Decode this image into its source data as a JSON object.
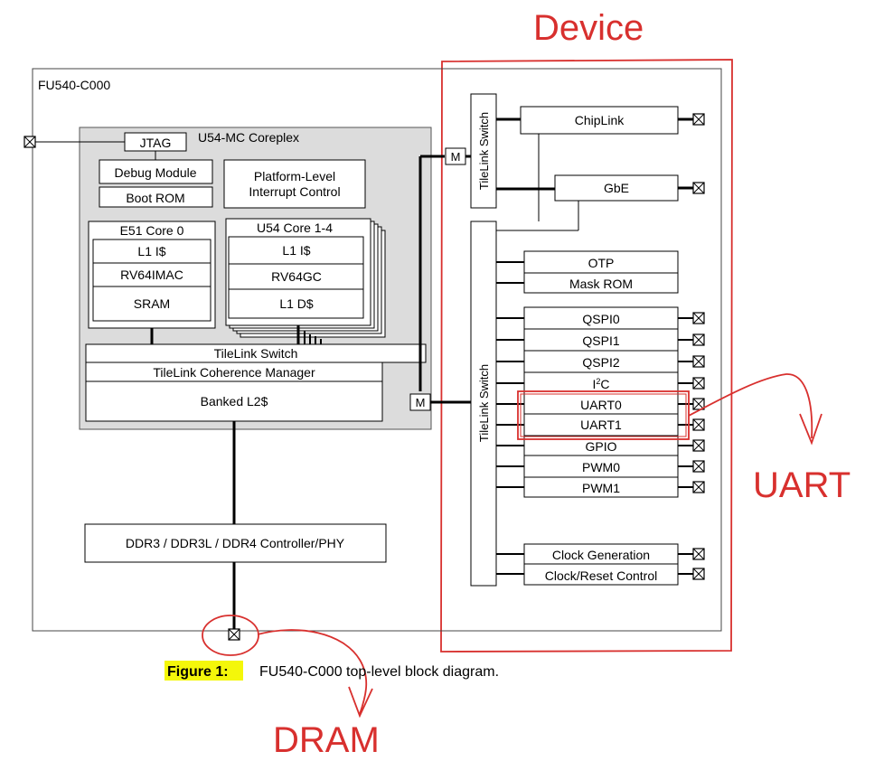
{
  "annotations": {
    "device": "Device",
    "uart": "UART",
    "dram": "DRAM"
  },
  "chip": {
    "name": "FU540-C000"
  },
  "coreplex": {
    "title": "U54-MC Coreplex",
    "jtag": "JTAG",
    "debug_module": "Debug Module",
    "boot_rom": "Boot ROM",
    "plic_line1": "Platform-Level",
    "plic_line2": "Interrupt Control",
    "e51": {
      "title": "E51 Core 0",
      "rows": [
        "L1 I$",
        "RV64IMAC",
        "SRAM"
      ]
    },
    "u54": {
      "title": "U54 Core 1-4",
      "rows": [
        "L1 I$",
        "RV64GC",
        "L1 D$"
      ]
    },
    "tilelink_switch": "TileLink Switch",
    "coherence_manager": "TileLink Coherence Manager",
    "banked_l2": "Banked L2$"
  },
  "ddr": "DDR3 / DDR3L / DDR4 Controller/PHY",
  "master_labels": [
    "M",
    "M"
  ],
  "switches": {
    "upper": "TileLink Switch",
    "lower": "TileLink Switch"
  },
  "peripherals": {
    "chiplink": "ChipLink",
    "gbe": "GbE",
    "otp": "OTP",
    "mask_rom": "Mask ROM",
    "qspi0": "QSPI0",
    "qspi1": "QSPI1",
    "qspi2": "QSPI2",
    "i2c_main": "I",
    "i2c_sup": "2",
    "i2c_end": "C",
    "uart0": "UART0",
    "uart1": "UART1",
    "gpio": "GPIO",
    "pwm0": "PWM0",
    "pwm1": "PWM1",
    "clock_generation": "Clock Generation",
    "clock_reset": "Clock/Reset Control"
  },
  "caption": {
    "label": "Figure 1:",
    "text": "FU540-C000 top-level block diagram."
  },
  "colors": {
    "annotation_red": "#d8302e",
    "coreplex_fill": "#dcdcdc",
    "caption_highlight": "#f4f70a"
  }
}
